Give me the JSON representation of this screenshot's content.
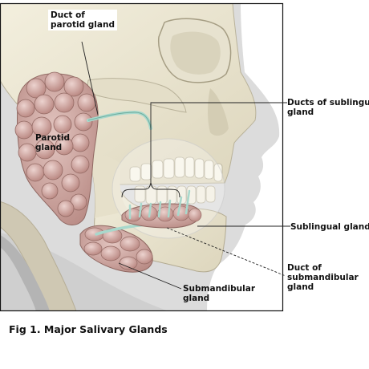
{
  "labels": {
    "parotid_duct": [
      "Duct of",
      "parotid gland"
    ],
    "parotid_gland": [
      "Parotid",
      "gland"
    ],
    "sublingual_ducts": [
      "Ducts of sublingual",
      "gland"
    ],
    "sublingual_gland": "Sublingual gland",
    "submandibular_duct": [
      "Duct of",
      "submandibular",
      "gland"
    ],
    "submandibular_gland": [
      "Submandibular",
      "gland"
    ]
  },
  "caption": "Fig 1. Major Salivary Glands",
  "colors": {
    "bone": "#ece6d2",
    "skin": "#d9d9d9",
    "gland": "#c9a29c",
    "duct": "#a8d8cc",
    "leader": "#222222",
    "frame": "#111111"
  }
}
